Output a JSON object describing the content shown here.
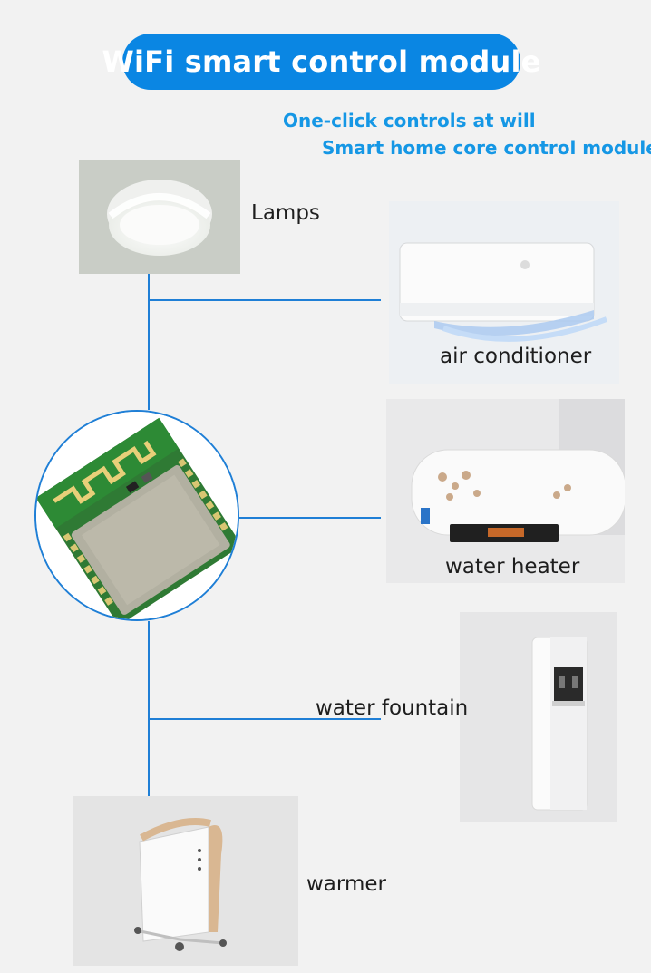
{
  "title": "WiFi smart control module",
  "taglines": {
    "line1": "One-click controls at will",
    "line2": "Smart home core control module"
  },
  "devices": {
    "lamps": "Lamps",
    "air_conditioner": "air conditioner",
    "water_heater": "water heater",
    "water_fountain": "water fountain",
    "warmer": "warmer"
  },
  "colors": {
    "accent": "#0a86e3",
    "tagline": "#1597e5",
    "connector": "#1f7fd6",
    "background": "#f2f2f2"
  },
  "icons": [
    "lamp-icon",
    "air-conditioner-icon",
    "wifi-module-icon",
    "water-heater-icon",
    "water-fountain-icon",
    "warmer-icon"
  ]
}
